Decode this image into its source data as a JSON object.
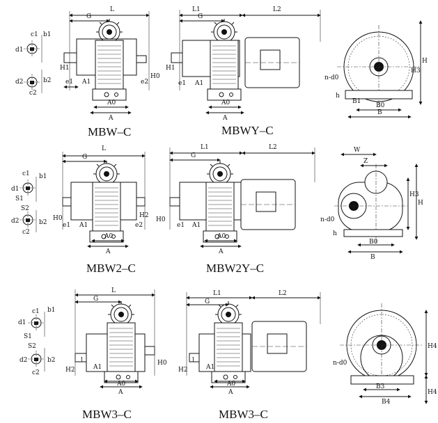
{
  "captions": {
    "r1_left": "MBW–C",
    "r1_right": "MBWY–C",
    "r2_left": "MBW2–C",
    "r2_right": "MBW2Y–C",
    "r3_left": "MBW3–C",
    "r3_right": "MBW3–C"
  },
  "dims": {
    "L": "L",
    "L1": "L1",
    "L2": "L2",
    "G": "G",
    "H": "H",
    "H1": "H1",
    "H0": "H0",
    "H2": "H2",
    "H3": "H3",
    "H4": "H4",
    "A": "A",
    "A0": "A0",
    "A1": "A1",
    "B": "B",
    "B0": "B0",
    "B1": "B1",
    "B3": "B3",
    "B4": "B4",
    "e1": "e1",
    "e2": "e2",
    "h": "h",
    "W": "W",
    "Z": "Z",
    "n_d0": "n-d0",
    "d1": "d1",
    "d2": "d2",
    "b1": "b1",
    "b2": "b2",
    "c1": "c1",
    "c2": "c2",
    "S1": "S1",
    "S2": "S2",
    "l": "l"
  }
}
